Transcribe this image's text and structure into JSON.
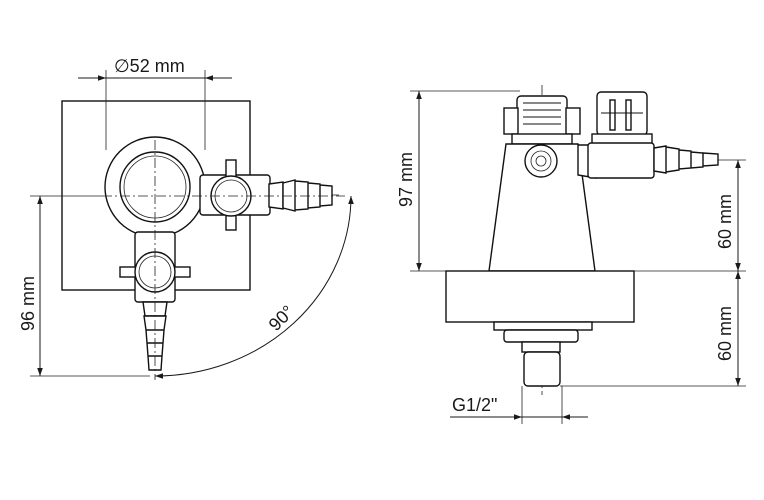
{
  "drawing": {
    "top_view": {
      "diameter_label": "∅52 mm",
      "height_label": "96 mm",
      "angle_label": "90°"
    },
    "side_view": {
      "height_total_label": "97 mm",
      "upper_height_label": "60 mm",
      "lower_height_label": "60 mm",
      "thread_label": "G1/2\""
    }
  }
}
